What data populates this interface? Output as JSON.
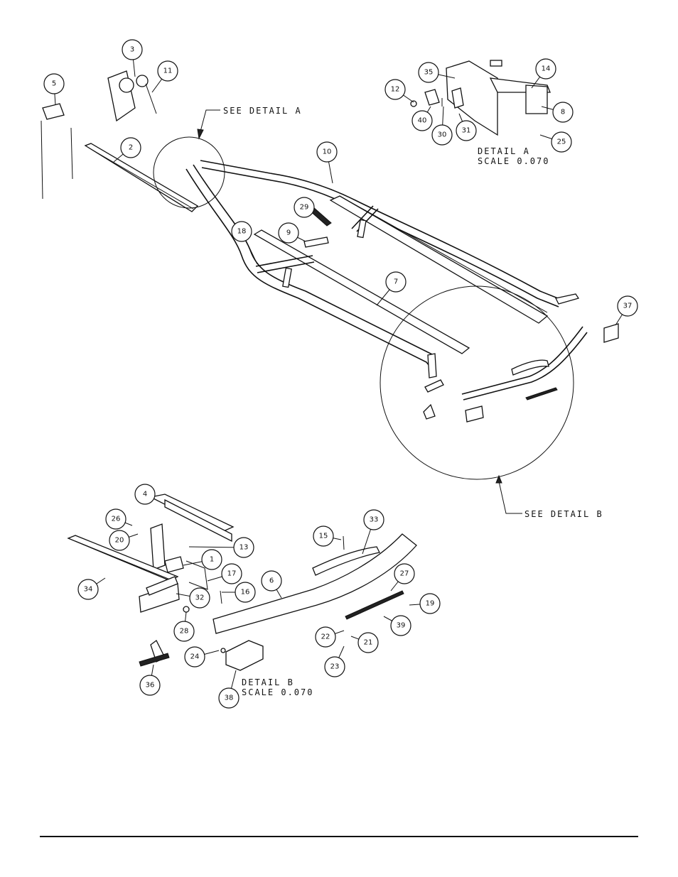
{
  "callouts": [
    "1",
    "2",
    "3",
    "4",
    "5",
    "6",
    "7",
    "8",
    "9",
    "10",
    "11",
    "12",
    "13",
    "14",
    "15",
    "16",
    "17",
    "18",
    "19",
    "20",
    "21",
    "22",
    "23",
    "24",
    "25",
    "26",
    "27",
    "28",
    "29",
    "30",
    "31",
    "32",
    "33",
    "34",
    "35",
    "36",
    "37",
    "38",
    "39",
    "40"
  ],
  "notes": {
    "see_detail_a": "SEE DETAIL  A",
    "see_detail_b": "SEE DETAIL  B",
    "detail_a_title": "DETAIL  A",
    "detail_a_scale": "SCALE  0.070",
    "detail_b_title": "DETAIL  B",
    "detail_b_scale": "SCALE  0.070"
  }
}
